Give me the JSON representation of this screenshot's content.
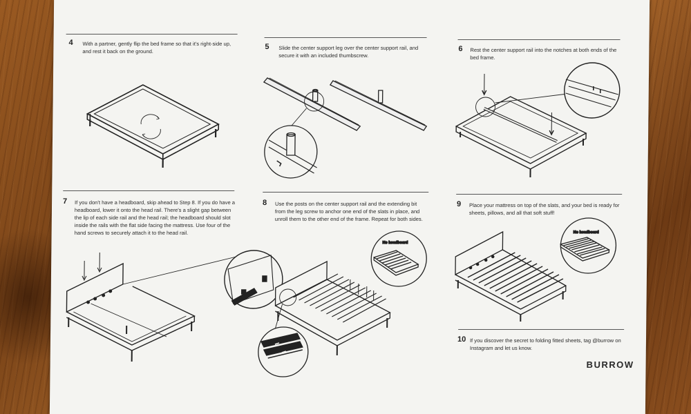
{
  "steps": [
    {
      "number": "4",
      "text": "With a partner, gently flip the bed frame so that it's right-side up, and rest it back on the ground."
    },
    {
      "number": "5",
      "text": "Slide the center support leg over the center support rail, and secure it with an included thumbscrew."
    },
    {
      "number": "6",
      "text": "Rest the center support rail into the notches at both ends of the bed frame."
    },
    {
      "number": "7",
      "text": "If you don't have a headboard, skip ahead to Step 8. If you do have a headboard, lower it onto the head rail. There's a slight gap between the lip of each side rail and the head rail; the headboard should slot inside the rails with the flat side facing the mattress. Use four of the hand screws to securely attach it to the head rail."
    },
    {
      "number": "8",
      "text": "Use the posts on the center support rail and the extending bit from the leg screw to anchor one end of the slats in place, and unroll them to the other end of the frame. Repeat for both sides."
    },
    {
      "number": "9",
      "text": "Place your mattress on top of the slats, and your bed is ready for sheets, pillows, and all that soft stuff!"
    },
    {
      "number": "10",
      "text": "If you discover the secret to folding fitted sheets, tag @burrow on Instagram and let us know."
    }
  ],
  "labels": {
    "no_headboard_8": "No headboard",
    "no_headboard_9": "No headboard"
  },
  "brand": "BURROW",
  "colors": {
    "paper": "#f4f4f1",
    "ink": "#222222",
    "wood": "#8a4e1e"
  }
}
